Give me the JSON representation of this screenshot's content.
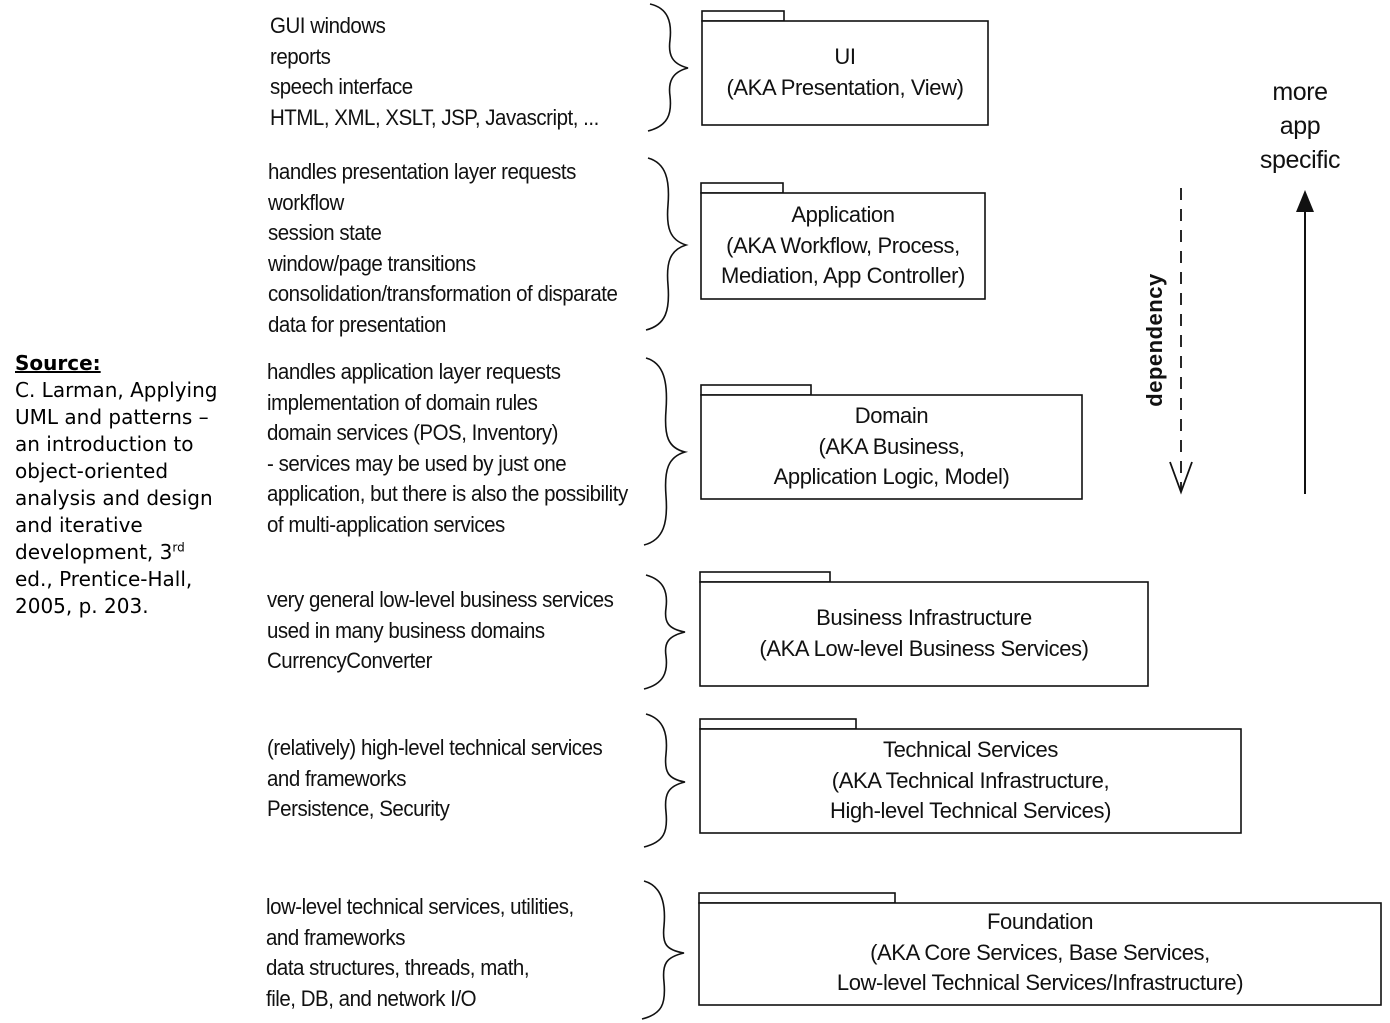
{
  "source": {
    "heading": "Source:",
    "lines": [
      "C. Larman, Applying",
      "UML and patterns –",
      "an introduction to",
      "object-oriented",
      "analysis and design",
      "and iterative"
    ],
    "line_dev": "development, 3",
    "line_dev_sup": "rd",
    "line_ed": "ed., Prentice-Hall,",
    "line_year": "2005, p. 203."
  },
  "layers": [
    {
      "name": "ui",
      "desc": [
        "GUI windows",
        "reports",
        "speech interface",
        "HTML, XML, XSLT, JSP, Javascript, ..."
      ],
      "pkg": [
        "UI",
        "(AKA  Presentation, View)"
      ]
    },
    {
      "name": "application",
      "desc": [
        "handles presentation layer requests",
        "workflow",
        "session state",
        "window/page transitions",
        "consolidation/transformation of disparate",
        "data for presentation"
      ],
      "pkg": [
        "Application",
        "(AKA Workflow, Process,",
        "Mediation, App Controller)"
      ]
    },
    {
      "name": "domain",
      "desc": [
        "handles application layer requests",
        "implementation of domain rules",
        "domain services (POS, Inventory)",
        "- services may be used by just one",
        "application, but there is also the possibility",
        "of multi-application services"
      ],
      "pkg": [
        "Domain",
        "(AKA Business,",
        "Application Logic, Model)"
      ]
    },
    {
      "name": "business-infrastructure",
      "desc": [
        "very general low-level business services",
        "used in many business domains",
        "CurrencyConverter"
      ],
      "pkg": [
        "Business Infrastructure",
        "(AKA Low-level Business Services)"
      ]
    },
    {
      "name": "technical-services",
      "desc": [
        "(relatively) high-level technical services",
        "and frameworks",
        "Persistence, Security"
      ],
      "pkg": [
        "Technical Services",
        "(AKA Technical Infrastructure,",
        "High-level Technical Services)"
      ]
    },
    {
      "name": "foundation",
      "desc": [
        "low-level technical services, utilities,",
        "and frameworks",
        "data structures, threads, math,",
        "file, DB, and network I/O"
      ],
      "pkg": [
        "Foundation",
        "(AKA Core Services, Base Services,",
        "Low-level Technical Services/Infrastructure)"
      ]
    }
  ],
  "dependency_label": "dependency",
  "app_specific_label": [
    "more",
    "app",
    "specific"
  ]
}
